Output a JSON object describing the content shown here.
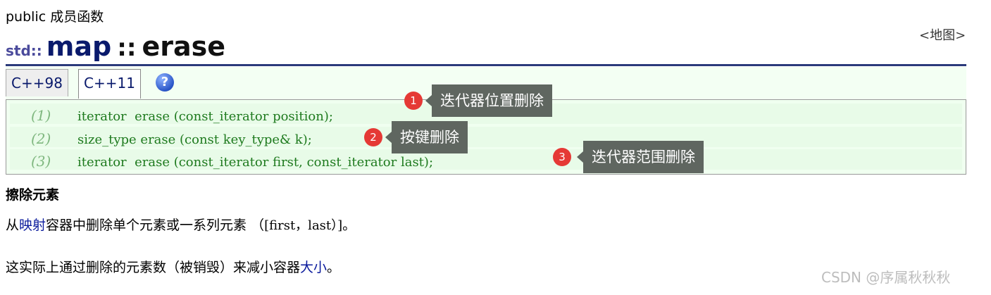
{
  "header": {
    "member_type": "public 成员函数",
    "map_link": "<地图>",
    "title_ns": "std::",
    "title_class": "map",
    "title_sep": "::",
    "title_fn": "erase"
  },
  "tabs": [
    {
      "label": "C++98",
      "active": false
    },
    {
      "label": "C++11",
      "active": true
    }
  ],
  "help_icon_glyph": "?",
  "prototypes": [
    {
      "num": "(1)",
      "code": "iterator  erase (const_iterator position);"
    },
    {
      "num": "(2)",
      "code": "size_type erase (const key_type& k);"
    },
    {
      "num": "(3)",
      "code": "iterator  erase (const_iterator first, const_iterator last);"
    }
  ],
  "annotations": [
    {
      "badge": "1",
      "text": "迭代器位置删除"
    },
    {
      "badge": "2",
      "text": "按键删除"
    },
    {
      "badge": "3",
      "text": "迭代器范围删除"
    }
  ],
  "section": {
    "heading": "擦除元素",
    "p1_pre": "从",
    "p1_link": "映射",
    "p1_mid": "容器中删除单个元素或一系列元素 （",
    "p1_range": "[first，last）]",
    "p1_end": "。",
    "p2_pre": "这实际上通过删除的元素数（被销毁）来减小容器",
    "p2_link": "大小",
    "p2_end": "。"
  },
  "watermark": "CSDN @序属秋秋秋",
  "colors": {
    "accent_navy": "#0a1a6c",
    "code_green": "#1e7a1e",
    "badge_red": "#e53935",
    "callout_gray": "#5f6660",
    "link_blue": "#0a1a9c"
  }
}
